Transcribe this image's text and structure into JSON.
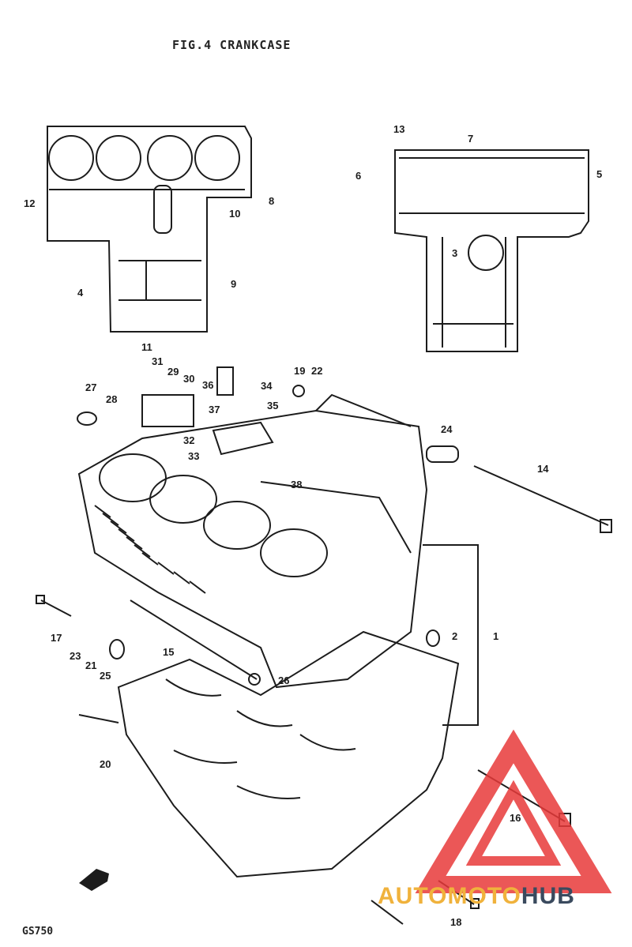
{
  "figure": {
    "title": "FIG.4   CRANKCASE",
    "model": "GS750"
  },
  "watermark": {
    "part1": "AUTOMOTO",
    "part2": "HUB",
    "tri_color": "#e83a3a",
    "text_color_1": "#f0b23c",
    "text_color_2": "#3a4a5e"
  },
  "callouts": [
    "1",
    "2",
    "3",
    "4",
    "5",
    "6",
    "7",
    "8",
    "9",
    "10",
    "11",
    "12",
    "13",
    "14",
    "15",
    "16",
    "17",
    "18",
    "19",
    "20",
    "21",
    "22",
    "23",
    "24",
    "25",
    "26",
    "27",
    "28",
    "29",
    "30",
    "31",
    "32",
    "33",
    "34",
    "35",
    "36",
    "37",
    "38"
  ],
  "icons": {
    "direction_arrow": "front-direction-arrow-icon"
  }
}
